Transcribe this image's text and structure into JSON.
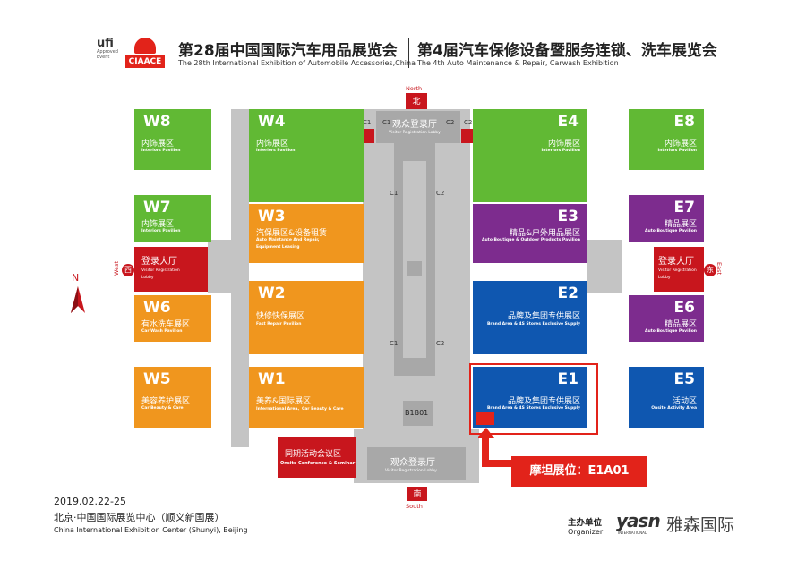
{
  "header": {
    "logo_ufi": "ufi",
    "logo_ufi_sub1": "Approved",
    "logo_ufi_sub2": "Event",
    "logo_ciaace": "CIAACE",
    "title1_cn": "第28届中国国际汽车用品展览会",
    "title1_en": "The 28th International Exhibition of Automobile Accessories,China",
    "title2_cn": "第4届汽车保修设备暨服务连锁、洗车展览会",
    "title2_en": "The 4th Auto Maintenance & Repair, Carwash Exhibition"
  },
  "halls": {
    "W8": {
      "code": "W8",
      "cn": "内饰展区",
      "en": "Interiors Pavilion"
    },
    "W7": {
      "code": "W7",
      "cn": "内饰展区",
      "en": "Interiors Pavilion"
    },
    "W6": {
      "code": "W6",
      "cn": "有水洗车展区",
      "en": "Car Wash Pavilion"
    },
    "W5": {
      "code": "W5",
      "cn": "美容养护展区",
      "en": "Car Beauty & Care"
    },
    "W4": {
      "code": "W4",
      "cn": "内饰展区",
      "en": "Interiors Pavilion"
    },
    "W3": {
      "code": "W3",
      "cn": "汽保展区&设备租赁",
      "en": "Auto Maintance And Repair,",
      "en2": "Equipment Leasing"
    },
    "W2": {
      "code": "W2",
      "cn": "快修快保展区",
      "en": "Fast Repair Pavilion"
    },
    "W1": {
      "code": "W1",
      "cn": "美养&国际展区",
      "en": "International Area、Car Beauty & Care"
    },
    "E4": {
      "code": "E4",
      "cn": "内饰展区",
      "en": "Interiors Pavilion"
    },
    "E3": {
      "code": "E3",
      "cn": "精品&户外用品展区",
      "en": "Auto Boutique & Outdoor Products Pavilion"
    },
    "E2": {
      "code": "E2",
      "cn": "品牌及集团专供展区",
      "en": "Brand Area & 4S Stores Exclusive Supply"
    },
    "E1": {
      "code": "E1",
      "cn": "品牌及集团专供展区",
      "en": "Brand Area & 4S Stores Exclusive Supply"
    },
    "E8": {
      "code": "E8",
      "cn": "内饰展区",
      "en": "Interiors Pavilion"
    },
    "E7": {
      "code": "E7",
      "cn": "精品展区",
      "en": "Auto Boutique Pavilion"
    },
    "E6": {
      "code": "E6",
      "cn": "精品展区",
      "en": "Auto Boutique Pavilion"
    },
    "E5": {
      "code": "E5",
      "cn": "活动区",
      "en": "Onsite Activity Area"
    }
  },
  "lobbies": {
    "west": {
      "cn": "登录大厅",
      "en1": "Visitor Registration",
      "en2": "Lobby"
    },
    "east": {
      "cn": "登录大厅",
      "en1": "Visitor Registration",
      "en2": "Lobby"
    },
    "north": {
      "cn": "观众登录厅",
      "en": "Visitor Registration Lobby"
    },
    "south": {
      "cn": "观众登录厅",
      "en": "Visitor Registration Lobby"
    },
    "conference": {
      "cn": "同期活动会议区",
      "en": "Onsite Conference & Seminar"
    }
  },
  "corridor_labels": {
    "c1": "C1",
    "c2": "C2",
    "b1b01": "B1B01"
  },
  "directions": {
    "north_cn": "北",
    "north_en": "North",
    "south_cn": "南",
    "south_en": "South",
    "west_cn": "西",
    "west_en": "West",
    "east_cn": "东",
    "east_en": "East",
    "compass": "N"
  },
  "booth_callout": "摩坦展位：E1A01",
  "footer": {
    "date": "2019.02.22-25",
    "venue_cn": "北京·中国国际展览中心（顺义新国展）",
    "venue_en": "China International Exhibition Center (Shunyi), Beijing",
    "organizer_cn": "主办单位",
    "organizer_en": "Organizer",
    "yasn": "yasn",
    "yasn_sub": "INTERNATIONAL",
    "yasn_cn": "雅森国际"
  },
  "colors": {
    "green": "#61b934",
    "orange": "#f0961e",
    "purple": "#7d2c8e",
    "blue": "#0f57b0",
    "red": "#c8161d",
    "highlight": "#e2231a"
  }
}
